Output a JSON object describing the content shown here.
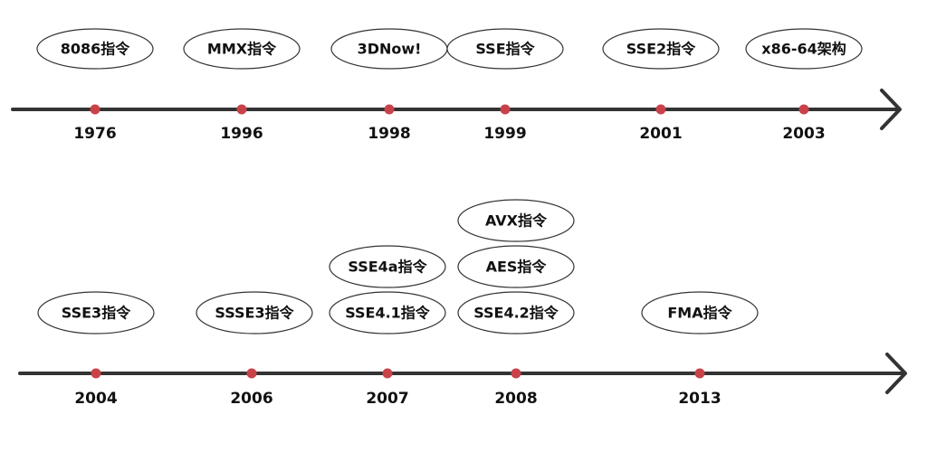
{
  "colors": {
    "axis": "#333333",
    "dot": "#c9424a",
    "ellipse_border": "#333333",
    "text": "#111111"
  },
  "timeline1": {
    "milestones": [
      {
        "year": "1976",
        "labels": [
          "8086指令"
        ]
      },
      {
        "year": "1996",
        "labels": [
          "MMX指令"
        ]
      },
      {
        "year": "1998",
        "labels": [
          "3DNow!"
        ]
      },
      {
        "year": "1999",
        "labels": [
          "SSE指令"
        ]
      },
      {
        "year": "2001",
        "labels": [
          "SSE2指令"
        ]
      },
      {
        "year": "2003",
        "labels": [
          "x86-64架构"
        ]
      }
    ]
  },
  "timeline2": {
    "milestones": [
      {
        "year": "2004",
        "labels": [
          "SSE3指令"
        ]
      },
      {
        "year": "2006",
        "labels": [
          "SSSE3指令"
        ]
      },
      {
        "year": "2007",
        "labels": [
          "SSE4.1指令",
          "SSE4a指令"
        ]
      },
      {
        "year": "2008",
        "labels": [
          "SSE4.2指令",
          "AES指令",
          "AVX指令"
        ]
      },
      {
        "year": "2013",
        "labels": [
          "FMA指令"
        ]
      }
    ]
  }
}
